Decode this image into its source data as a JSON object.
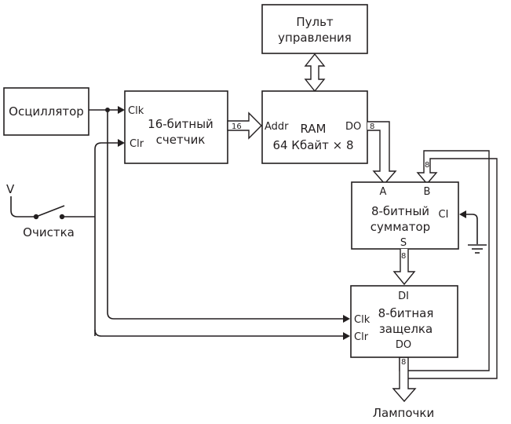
{
  "diagram": {
    "colors": {
      "ink": "#231f20",
      "background": "#ffffff"
    },
    "blocks": {
      "oscillator": {
        "label": "Осциллятор"
      },
      "counter": {
        "label_line1": "16-битный",
        "label_line2": "счетчик",
        "pin_clk": "Clk",
        "pin_clr": "Clr"
      },
      "control_panel": {
        "label_line1": "Пульт",
        "label_line2": "управления"
      },
      "ram": {
        "label_line1": "RAM",
        "label_line2": "64 Кбайт × 8",
        "pin_addr": "Addr",
        "pin_do": "DO"
      },
      "adder": {
        "label_line1": "8-битный",
        "label_line2": "сумматор",
        "pin_a": "A",
        "pin_b": "B",
        "pin_ci": "CI",
        "pin_s": "S"
      },
      "latch": {
        "label_line1": "8-битная",
        "label_line2": "защелка",
        "pin_di": "DI",
        "pin_clk": "Clk",
        "pin_clr": "Clr",
        "pin_do": "DO"
      }
    },
    "switch": {
      "voltage_label": "V",
      "label": "Очистка"
    },
    "bus_widths": {
      "counter_to_ram": "16",
      "ram_to_adder": "8",
      "feedback_to_adder_b": "8",
      "adder_to_latch": "8",
      "latch_out": "8"
    },
    "output": {
      "label": "Лампочки"
    }
  }
}
